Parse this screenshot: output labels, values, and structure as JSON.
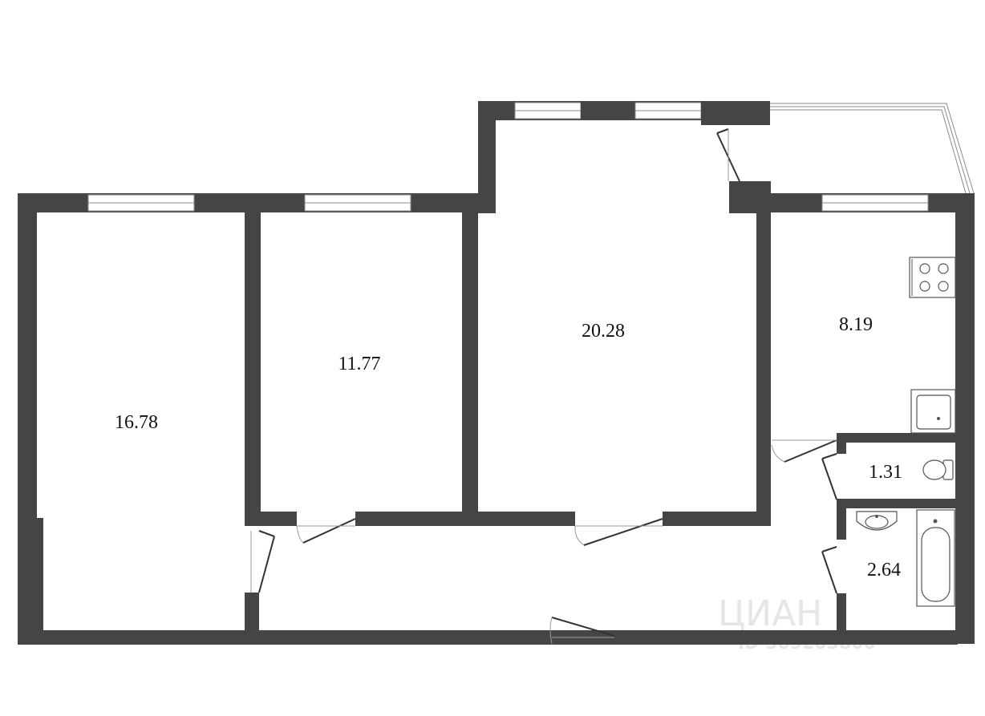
{
  "rooms": [
    {
      "id": "room-left",
      "area": "16.78"
    },
    {
      "id": "room-middle",
      "area": "11.77"
    },
    {
      "id": "room-living",
      "area": "20.28"
    },
    {
      "id": "room-kitchen",
      "area": "8.19"
    },
    {
      "id": "room-toilet",
      "area": "1.31"
    },
    {
      "id": "room-bathroom",
      "area": "2.64"
    }
  ],
  "watermark": {
    "brand": "ЦИАН",
    "listing_id": "ID 309205800"
  },
  "colors": {
    "wall": "#454545",
    "background": "#ffffff"
  }
}
